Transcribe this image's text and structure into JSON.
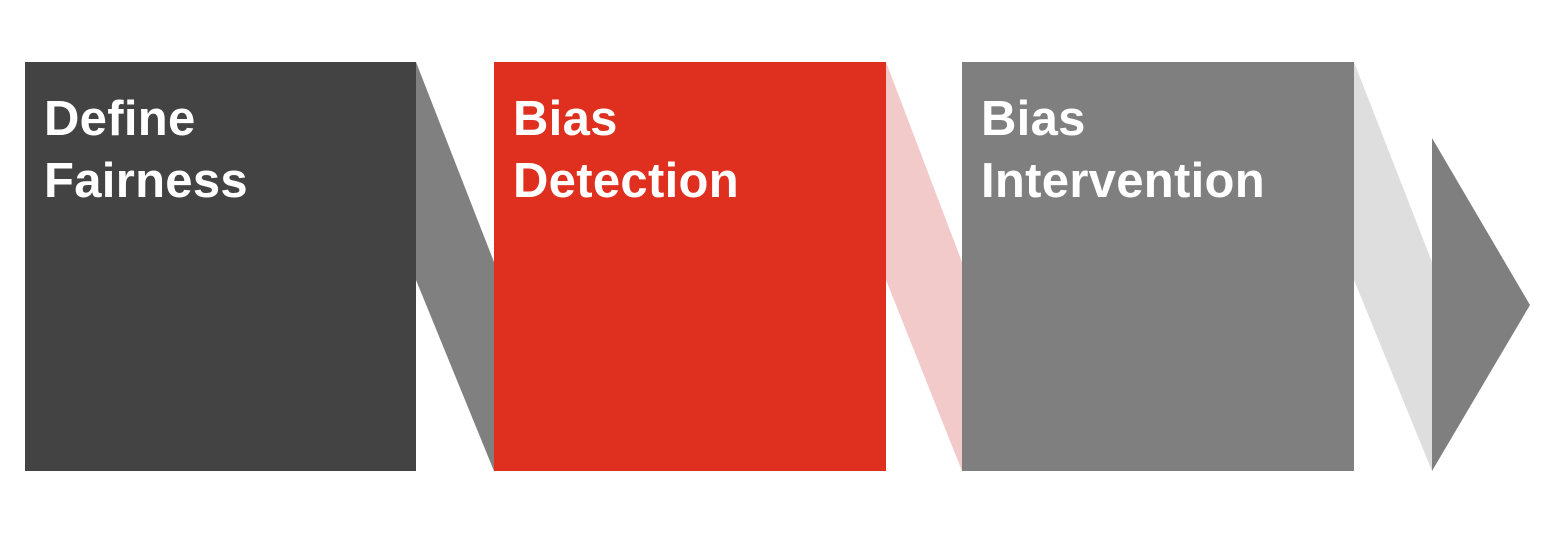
{
  "stages": [
    {
      "line1": "Define",
      "line2": "Fairness",
      "color": "#434343"
    },
    {
      "line1": "Bias",
      "line2": "Detection",
      "color": "#df2f1e"
    },
    {
      "line1": "Bias",
      "line2": "Intervention",
      "color": "#7f7f7f"
    }
  ],
  "connectors": [
    {
      "color": "#808080"
    },
    {
      "color": "#f3caca"
    },
    {
      "color": "#dedede"
    }
  ],
  "arrow": {
    "color": "#7f7f7f"
  }
}
